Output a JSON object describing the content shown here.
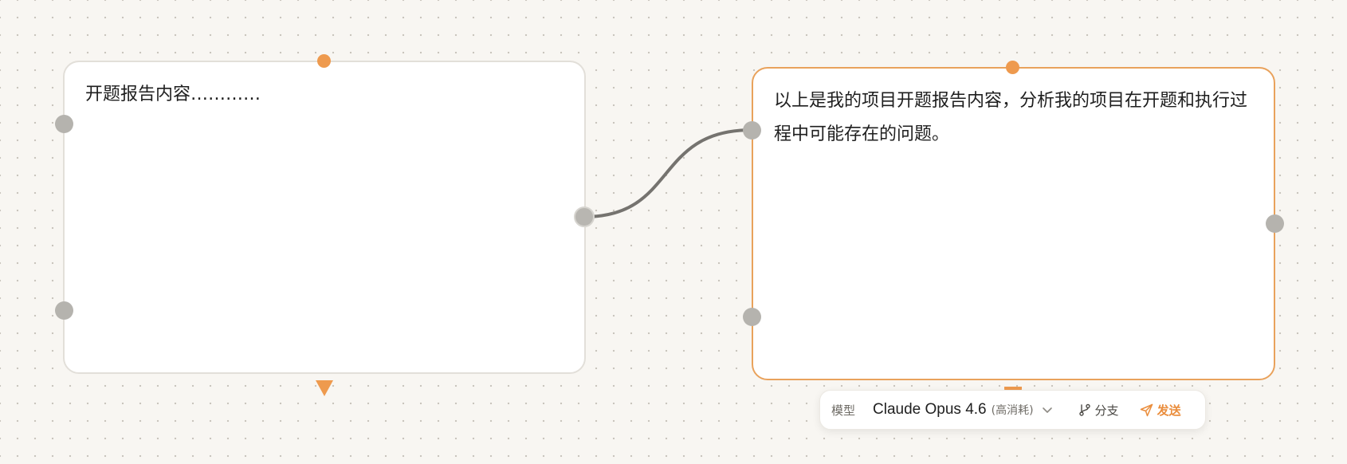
{
  "canvas": {
    "nodes": [
      {
        "id": "node-1",
        "text": "开题报告内容…………"
      },
      {
        "id": "node-2",
        "text": "以上是我的项目开题报告内容，分析我的项目在开题和执行过程中可能存在的问题。"
      }
    ]
  },
  "toolbar": {
    "model_label": "模型",
    "model_name": "Claude Opus 4.6",
    "model_note": "(高消耗)",
    "branch_label": "分支",
    "send_label": "发送"
  },
  "colors": {
    "accent": "#ee9a4e",
    "selected_border": "#e9a25c",
    "node_border": "#e2dfd9",
    "handle": "#b5b3ae",
    "edge": "#75736f",
    "background": "#f8f6f2"
  },
  "icons": {
    "dropdown": "chevron-down-icon",
    "branch": "git-branch-icon",
    "send": "send-icon"
  }
}
